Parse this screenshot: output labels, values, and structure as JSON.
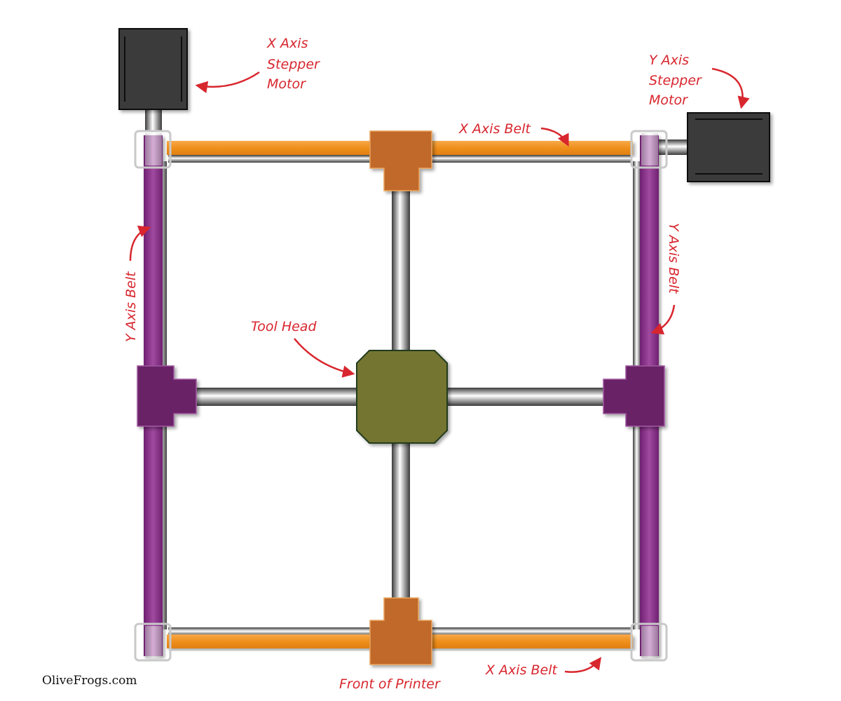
{
  "labels": {
    "x_motor": [
      "X Axis",
      "Stepper",
      "Motor"
    ],
    "y_motor": [
      "Y Axis",
      "Stepper",
      "Motor"
    ],
    "x_belt_top": "X Axis Belt",
    "x_belt_bottom": "X Axis Belt",
    "y_belt_left": "Y Axis Belt",
    "y_belt_right": "Y Axis Belt",
    "tool_head": "Tool Head",
    "front": "Front of Printer"
  },
  "credit": "OliveFrogs.com",
  "colors": {
    "belt_x": "#f0951f",
    "belt_y": "#8a2f87",
    "carriage_x": "#c0692a",
    "carriage_y": "#6b2466",
    "tool_head": "#747531",
    "motor": "#3a3a3a",
    "annotation": "#d8262e"
  }
}
